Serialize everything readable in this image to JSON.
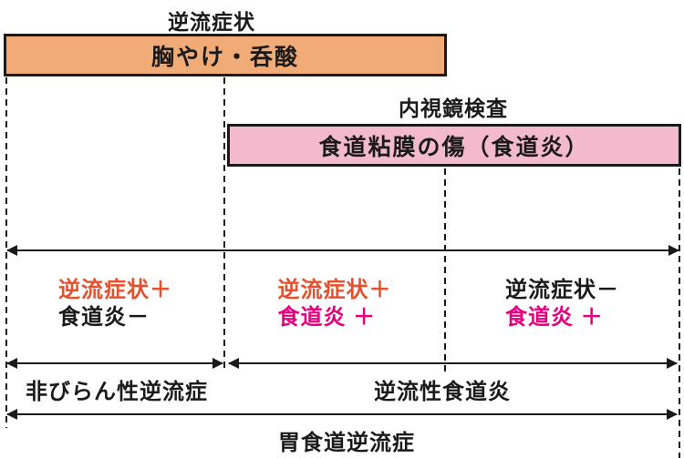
{
  "diagram": {
    "title_top": "逆流症状",
    "symptom_bar": "胸やけ・呑酸",
    "title_endoscopy": "内視鏡検査",
    "endoscopy_bar": "食道粘膜の傷（食道炎）"
  },
  "columns": [
    {
      "line1": "逆流症状＋",
      "line2": "食道炎－"
    },
    {
      "line1": "逆流症状＋",
      "line2": "食道炎 ＋"
    },
    {
      "line1": "逆流症状－",
      "line2": "食道炎 ＋"
    }
  ],
  "ranges": {
    "nerd": "非びらん性逆流症",
    "reflux_esophagitis": "逆流性食道炎",
    "gerd": "胃食道逆流症"
  },
  "colors": {
    "symptom_bar_fill": "#f0ab76",
    "endoscopy_bar_fill": "#f2bacc",
    "bar_border": "#1a1a1a",
    "symptom_positive_text": "#e5512d",
    "esophagitis_positive_text": "#e4007f",
    "ink": "#1a1a1a",
    "background": "#ffffff"
  }
}
